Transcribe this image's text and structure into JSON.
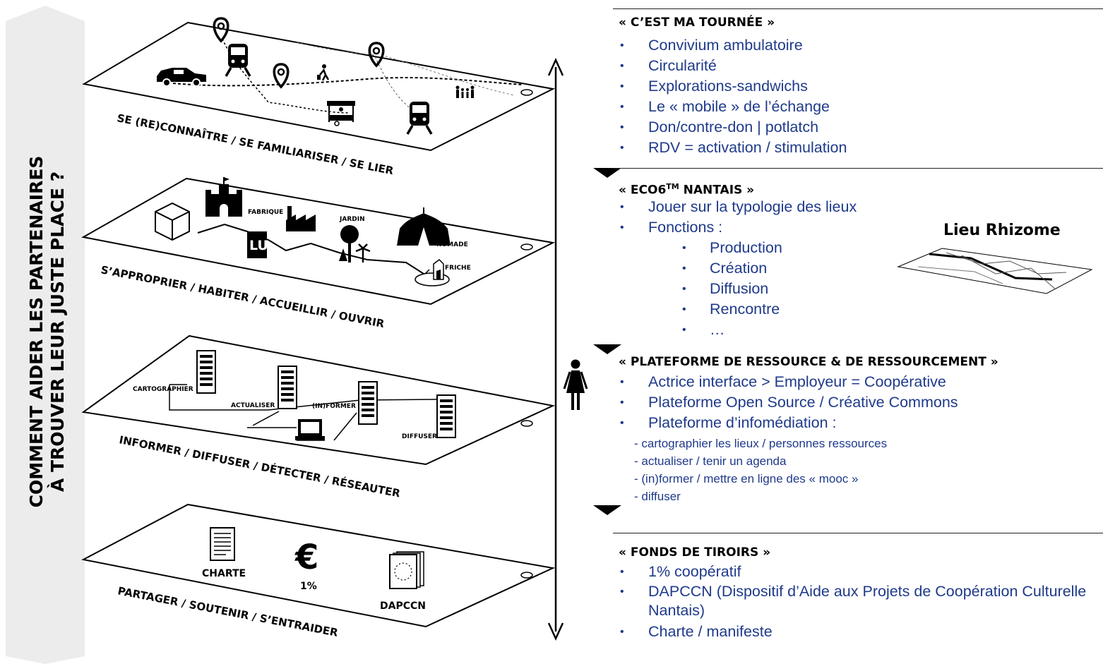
{
  "side_title": {
    "line1": "COMMENT AIDER LES PARTENAIRES",
    "line2": "À TROUVER LEUR JUSTE PLACE ?"
  },
  "layers": [
    {
      "label": "SE (RE)CONNAÎTRE / SE FAMILIARISER / SE LIER",
      "icons": [
        "map-pin-icon",
        "car-icon",
        "train-icon",
        "walking-person-icon",
        "market-stall-icon",
        "family-icon"
      ]
    },
    {
      "label": "S’APPROPRIER / HABITER / ACCUEILLIR / OUVRIR",
      "places": [
        "FABRIQUE",
        "JARDIN",
        "NOMADE",
        "FRICHE"
      ]
    },
    {
      "label": "INFORMER / DIFFUSER / DÉTECTER / RÉSEAUTER",
      "nodes": [
        "CARTOGRAPHIER",
        "ACTUALISER",
        "(IN)FORMER",
        "DIFFUSER"
      ]
    },
    {
      "label": "PARTAGER / SOUTENIR / S’ENTRAIDER",
      "items": [
        "CHARTE",
        "1%",
        "DAPCCN"
      ]
    }
  ],
  "sections": {
    "tournee": {
      "title": "« C’EST MA TOURNÉE »",
      "items": [
        "Convivium ambulatoire",
        "Circularité",
        "Explorations-sandwichs",
        "Le « mobile » de l’échange",
        "Don/contre-don | potlatch",
        "RDV = activation / stimulation"
      ]
    },
    "eco6": {
      "title_main": "« ECO6",
      "title_sup": "TM",
      "title_end": " NANTAIS »",
      "items": [
        "Jouer sur la typologie des lieux",
        "Fonctions :"
      ],
      "sub_items": [
        "Production",
        "Création",
        "Diffusion",
        "Rencontre",
        "…"
      ],
      "rhizome_title": "Lieu Rhizome"
    },
    "plateforme": {
      "title": "« PLATEFORME DE RESSOURCE & DE RESSOURCEMENT »",
      "items": [
        "Actrice interface > Employeur = Coopérative",
        "Plateforme Open Source / Créative Commons",
        "Plateforme d’infomédiation :"
      ],
      "dashes": [
        "- cartographier les lieux / personnes ressources",
        "- actualiser / tenir un agenda",
        "- (in)former / mettre en ligne des « mooc »",
        "- diffuser"
      ]
    },
    "fonds": {
      "title": "« FONDS DE TIROIRS »",
      "items": [
        "1% coopératif",
        "DAPCCN (Dispositif d’Aide aux Projets de Coopération Culturelle Nantais)",
        "Charte / manifeste"
      ]
    }
  },
  "colors": {
    "text_blue": "#1f3a8a",
    "ink": "#000000",
    "side_arrow": "#ececec"
  }
}
